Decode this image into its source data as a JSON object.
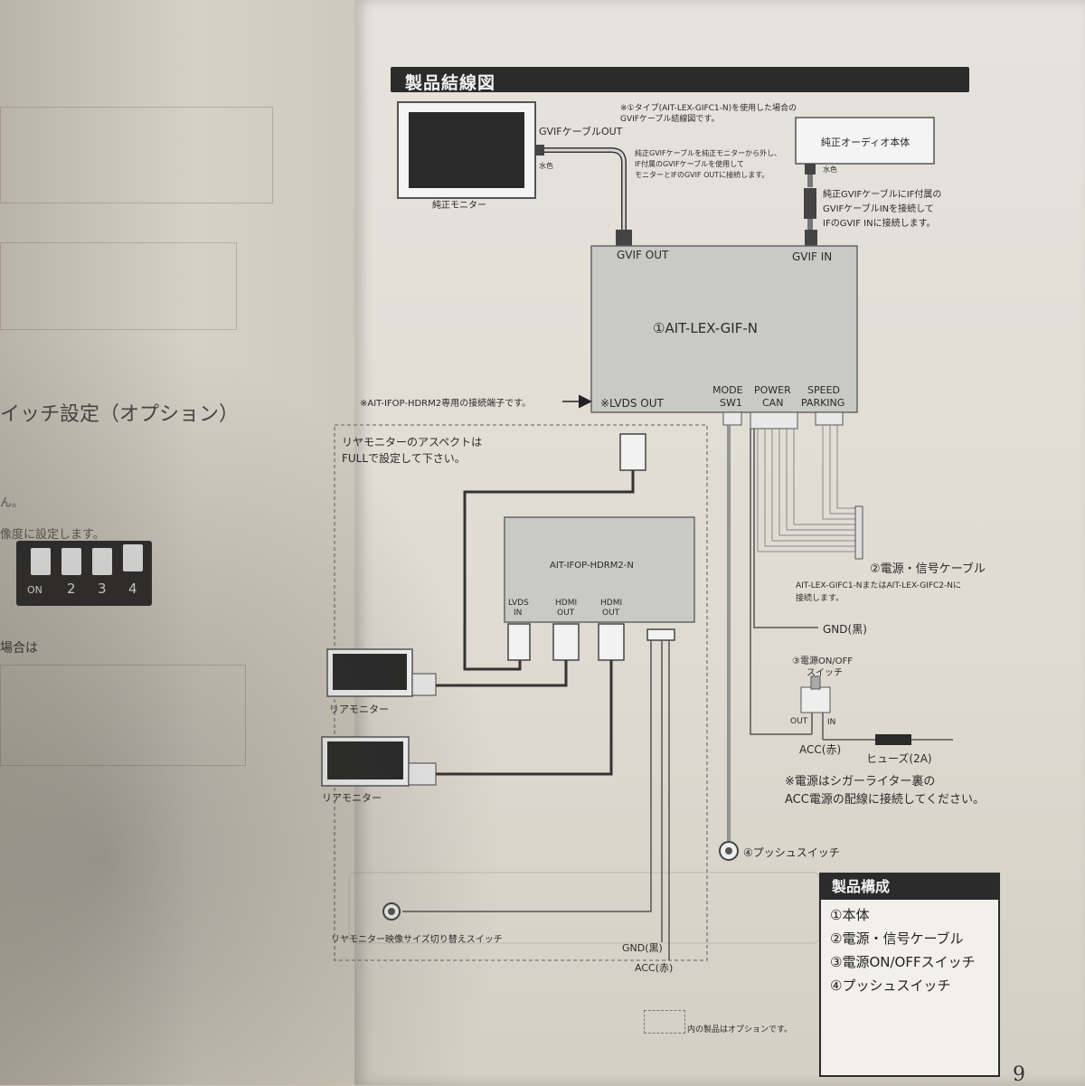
{
  "left_page": {
    "heading": "イッチ設定（オプション）",
    "line1": "ん。",
    "line2": "像度に設定します。",
    "line3": "場合は",
    "dip_labels": [
      "ON",
      "2",
      "3",
      "4"
    ]
  },
  "section_title": "製品結線図",
  "notes": {
    "type1_line1": "※①タイプ(AIT-LEX-GIFC1-N)を使用した場合の",
    "type1_line2": "GVIFケーブル結線図です。",
    "monitor_note_line1": "純正GVIFケーブルを純正モニターから外し、",
    "monitor_note_line2": "IF付属のGVIFケーブルを使用して",
    "monitor_note_line3": "モニターとIFのGVIF OUTに接続します。",
    "audio_note_line1": "純正GVIFケーブルにIF付属の",
    "audio_note_line2": "GVIFケーブルINを接続して",
    "audio_note_line3": "IFのGVIF INに接続します。",
    "lvds_note": "※AIT-IFOP-HDRM2専用の接続端子です。",
    "aspect_line1": "リヤモニターのアスペクトは",
    "aspect_line2": "FULLで設定して下さい。",
    "cable_note_line1": "AIT-LEX-GIFC1-NまたはAIT-LEX-GIFC2-Nに",
    "cable_note_line2": "接続します。",
    "power_note_line1": "※電源はシガーライター裏の",
    "power_note_line2": "ACC電源の配線に接続してください。",
    "legend_text": "内の製品はオプションです。"
  },
  "labels": {
    "gvif_cable_out": "GVIFケーブルOUT",
    "mizuiro_1": "水色",
    "mizuiro_2": "水色",
    "genuine_monitor": "純正モニター",
    "genuine_audio": "純正オーディオ本体",
    "gvif_out": "GVIF OUT",
    "gvif_in": "GVIF IN",
    "main_unit": "①AIT-LEX-GIF-N",
    "lvds_out": "※LVDS OUT",
    "mode": "MODE",
    "sw1": "SW1",
    "power": "POWER",
    "can": "CAN",
    "speed": "SPEED",
    "parking": "PARKING",
    "hdrm2": "AIT-IFOP-HDRM2-N",
    "lvds": "LVDS",
    "in": "IN",
    "hdmi1": "HDMI",
    "out1": "OUT",
    "hdmi2": "HDMI",
    "out2": "OUT",
    "power_cable": "②電源・信号ケーブル",
    "gnd_black_1": "GND(黒)",
    "onoff_line1": "③電源ON/OFF",
    "onoff_line2": "スイッチ",
    "sw_out": "OUT",
    "sw_in": "IN",
    "acc_red_1": "ACC(赤)",
    "fuse": "ヒューズ(2A)",
    "push_switch": "④プッシュスイッチ",
    "rear_monitor_1": "リアモニター",
    "rear_monitor_2": "リアモニター",
    "size_switch": "リヤモニター映像サイズ切り替えスイッチ",
    "gnd_black_2": "GND(黒)",
    "acc_red_2": "ACC(赤)"
  },
  "parts": {
    "title": "製品構成",
    "items": [
      "①本体",
      "②電源・信号ケーブル",
      "③電源ON/OFFスイッチ",
      "④プッシュスイッチ"
    ]
  },
  "page_number": "9"
}
